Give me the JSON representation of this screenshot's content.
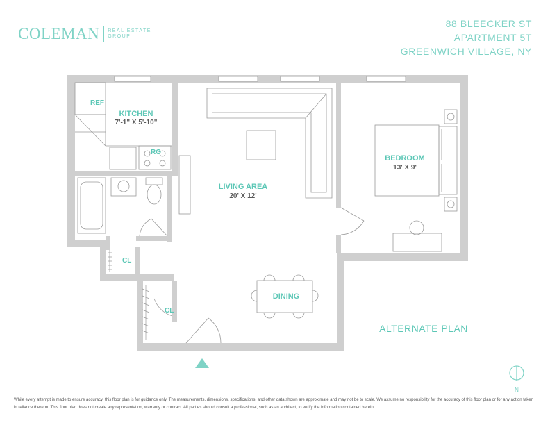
{
  "brand": {
    "name": "COLEMAN",
    "sub_line1": "REAL ESTATE",
    "sub_line2": "GROUP"
  },
  "address": {
    "line1": "88 BLEECKER ST",
    "line2": "APARTMENT 5T",
    "line3": "GREENWICH VILLAGE, NY"
  },
  "rooms": {
    "kitchen": {
      "label": "KITCHEN",
      "dims": "7'-1\" X 5'-10\""
    },
    "living": {
      "label": "LIVING AREA",
      "dims": "20' X 12'"
    },
    "bedroom": {
      "label": "BEDROOM",
      "dims": "13' X 9'"
    },
    "dining": {
      "label": "DINING"
    },
    "closet1": {
      "label": "CL"
    },
    "closet2": {
      "label": "CL"
    }
  },
  "fixtures": {
    "ref": "REF",
    "range": "RG"
  },
  "plan_note": "ALTERNATE PLAN",
  "compass": {
    "label": "N"
  },
  "disclaimer": "While every attempt is made to ensure accuracy, this floor plan is for guidance only. The measurements, dimensions, specifications, and other data shown are approximate and may not be to scale. We assume no responsibility for the accuracy of this floor plan or for any action taken in reliance thereon. This floor plan does not create any representation, warranty or contract. All parties should consult a professional, such as an architect, to verify the information contained herein.",
  "colors": {
    "accent": "#7fd3c6",
    "wall": "#cfcfcf",
    "line": "#9a9a9a"
  }
}
